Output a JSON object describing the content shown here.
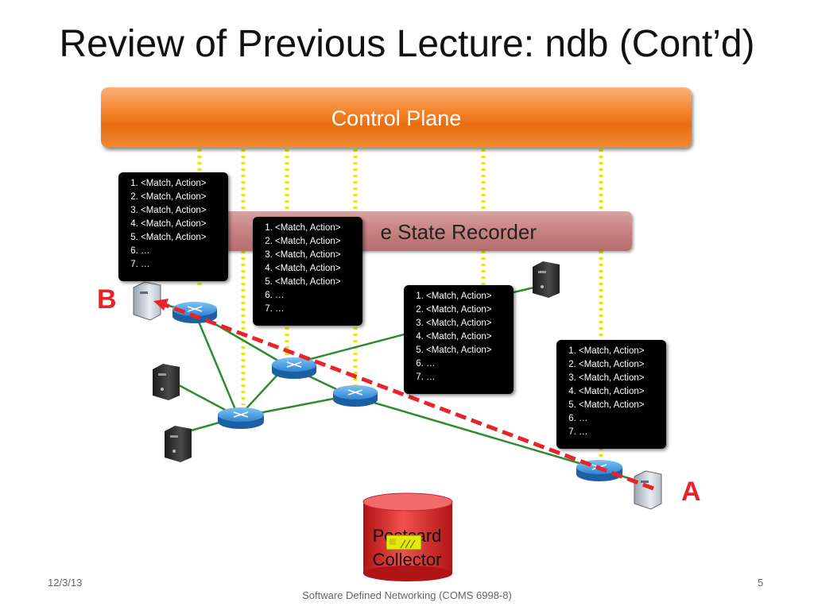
{
  "slide": {
    "title": "Review of Previous Lecture: ndb (Cont’d)",
    "control_plane_label": "Control Plane",
    "recorder_label": "e State Recorder",
    "collector_label_line1": "Postcard",
    "collector_label_line2": "Collector",
    "label_a": "A",
    "label_b": "B",
    "footer_date": "12/3/13",
    "footer_center": "Software Defined Networking (COMS 6998-8)",
    "footer_page": "5"
  },
  "flow_tables": [
    {
      "items": [
        "<Match, Action>",
        "<Match, Action>",
        "<Match, Action>",
        "<Match, Action>",
        "<Match, Action>",
        "…",
        "…"
      ]
    },
    {
      "items": [
        "<Match, Action>",
        "<Match, Action>",
        "<Match, Action>",
        "<Match, Action>",
        "<Match, Action>",
        "…",
        "…"
      ]
    },
    {
      "items": [
        "<Match, Action>",
        "<Match, Action>",
        "<Match, Action>",
        "<Match, Action>",
        "<Match, Action>",
        "…",
        "…"
      ]
    },
    {
      "items": [
        "<Match, Action>",
        "<Match, Action>",
        "<Match, Action>",
        "<Match, Action>",
        "<Match, Action>",
        "…",
        "…"
      ]
    }
  ],
  "colors": {
    "link": "#2e8b2e",
    "path": "#e8232a",
    "dotted_line": "#e6e61e",
    "router": "#2f86d6"
  },
  "icons": [
    "router-icon",
    "server-icon",
    "postcard-icon",
    "database-cylinder-icon"
  ]
}
